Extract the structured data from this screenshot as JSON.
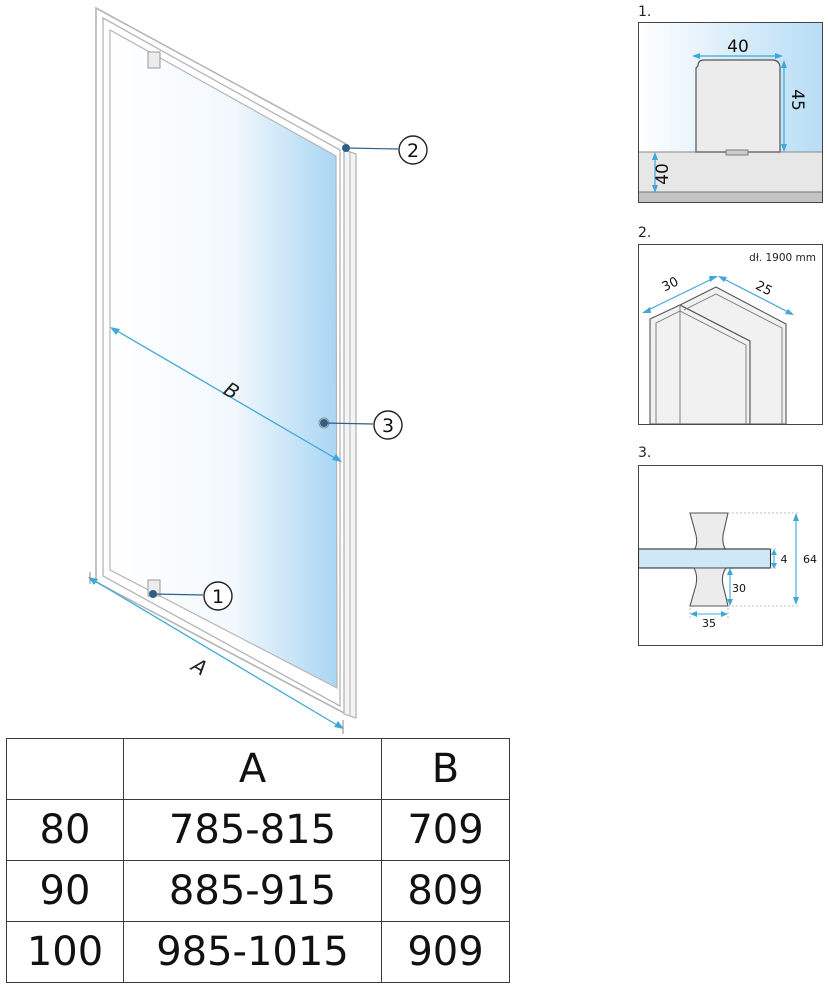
{
  "main": {
    "dimension_labels": {
      "a": "A",
      "b": "B"
    },
    "callouts": [
      "2",
      "3",
      "1"
    ]
  },
  "details": [
    {
      "label": "1.",
      "dims": [
        "40",
        "45",
        "40"
      ]
    },
    {
      "label": "2.",
      "length_note": "dł. 1900 mm",
      "dims": [
        "30",
        "25"
      ]
    },
    {
      "label": "3.",
      "dims": [
        "4",
        "64",
        "30",
        "35"
      ]
    }
  ],
  "table": {
    "headers": [
      "",
      "A",
      "B"
    ],
    "rows": [
      [
        "80",
        "785-815",
        "709"
      ],
      [
        "90",
        "885-915",
        "809"
      ],
      [
        "100",
        "985-1015",
        "909"
      ]
    ]
  },
  "colors": {
    "dimension": "#3ea8d8",
    "callout_dot": "#2f5f86",
    "frame": "#b8b8b8"
  }
}
